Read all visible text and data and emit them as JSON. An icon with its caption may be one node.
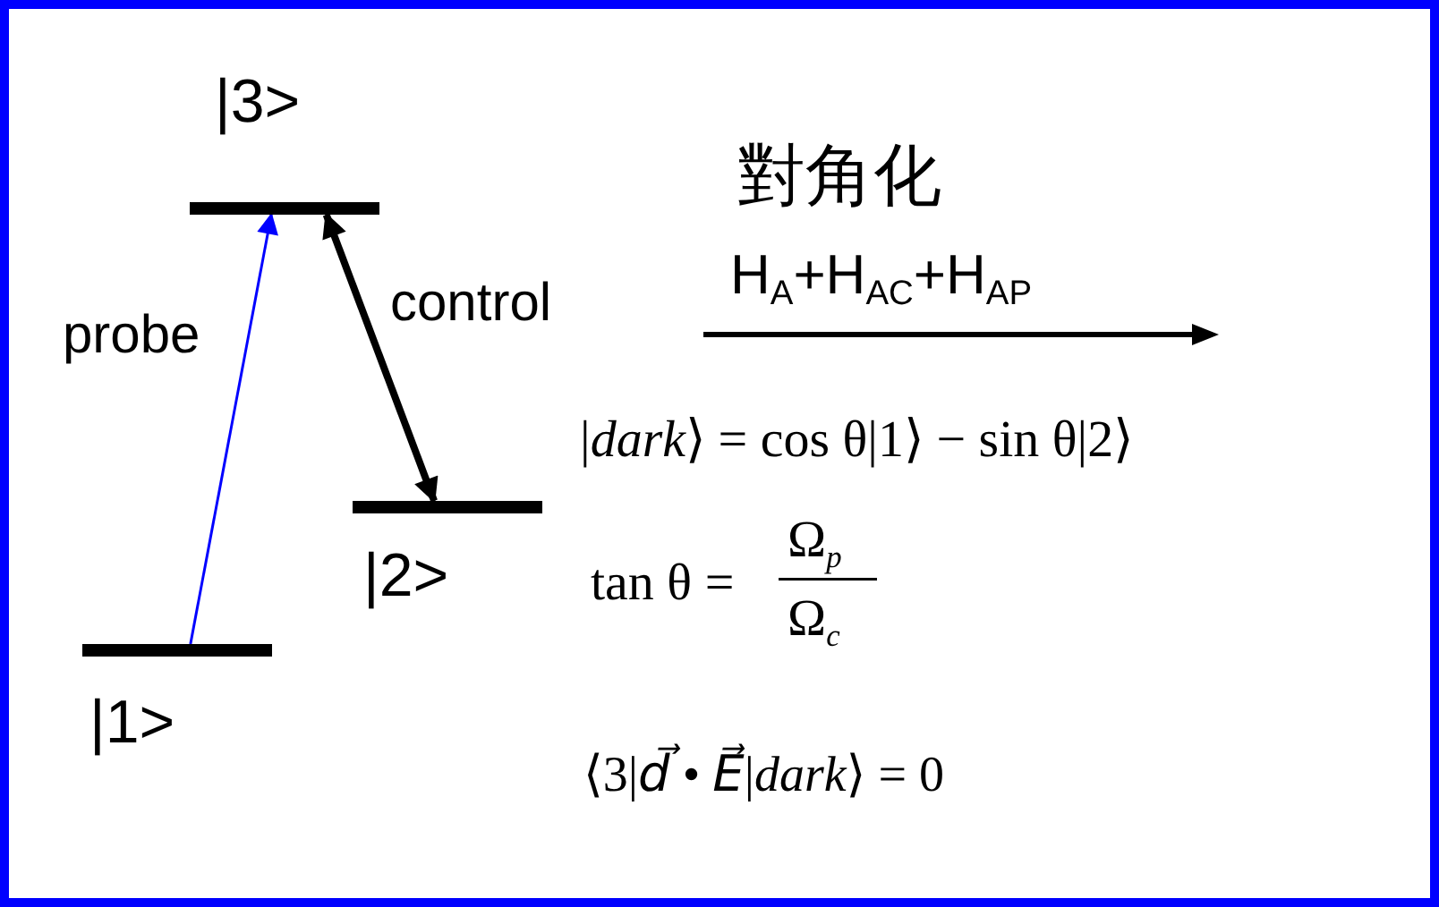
{
  "diagram": {
    "nodes": [
      {
        "text": [],
        "shape": "bar",
        "beside": [
          "|3>"
        ]
      },
      {
        "text": [],
        "shape": "bar",
        "beside": [
          "|2>"
        ]
      },
      {
        "text": [],
        "shape": "bar",
        "beside": [
          "|1>"
        ]
      }
    ],
    "edges": [
      {
        "from": 2,
        "to": 0,
        "arrow": "to",
        "label": "probe",
        "color": "#0000ff"
      },
      {
        "from": 0,
        "to": 1,
        "arrow": "both",
        "label": "control",
        "style": "thick",
        "color": "#000000"
      }
    ],
    "labels": [
      "對角化",
      "H$_{A}$+H$_{AC}$+H$_{AP}$",
      "|*dark*⟩ = cos θ|1⟩ − sin θ|2⟩",
      "tan θ =",
      "Ω$_{p}$",
      "Ω$_{c}$",
      "⟨3|*d⃗* • *E⃗*|*dark*⟩ = 0"
    ]
  }
}
